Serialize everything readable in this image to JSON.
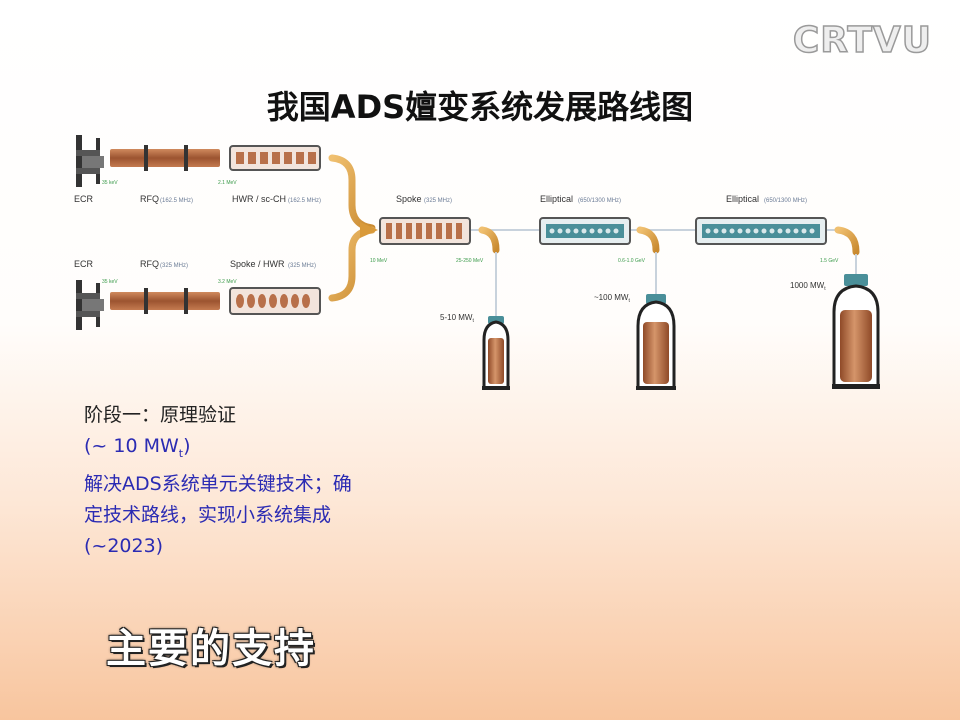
{
  "logo": "CRTVU",
  "title": "我国ADS嬗变系统发展路线图",
  "diagram": {
    "upper_line": {
      "ecr": "ECR",
      "rfq": "RFQ",
      "rfq_freq": "(162.5 MHz)",
      "hwr": "HWR / sc-CH",
      "hwr_freq": "(162.5 MHz)",
      "energy1": "35 keV",
      "energy2": "2.1 MeV"
    },
    "lower_line": {
      "ecr": "ECR",
      "rfq": "RFQ",
      "rfq_freq": "(325 MHz)",
      "spoke": "Spoke / HWR",
      "spoke_freq": "(325 MHz)",
      "energy1": "35 keV",
      "energy2": "3.2 MeV"
    },
    "spoke_section": {
      "label": "Spoke",
      "freq": "(325 MHz)",
      "energy_in": "10 MeV",
      "energy_out": "25-250 MeV"
    },
    "elliptical1": {
      "label": "Elliptical",
      "freq": "(650/1300 MHz)",
      "energy": "0.6-1.0 GeV"
    },
    "elliptical2": {
      "label": "Elliptical",
      "freq": "(650/1300 MHz)",
      "energy": "1.5 GeV"
    },
    "reactors": [
      {
        "power": "5-10 MW",
        "sub": "t"
      },
      {
        "power": "~100 MW",
        "sub": "t"
      },
      {
        "power": "1000 MW",
        "sub": "t"
      }
    ]
  },
  "stage": {
    "heading": "阶段一：原理验证",
    "power_prefix": "(~ 10 MW",
    "power_sub": "t",
    "power_suffix": ")",
    "desc_line1": "解决ADS系统单元关键技术；确",
    "desc_line2": "定技术路线，实现小系统集成",
    "year": "(~2023)"
  },
  "caption": "主要的支持",
  "colors": {
    "copper": "#b0663e",
    "cavity_teal": "#4a8f99",
    "arc_orange": "#d99a3a",
    "text_blue": "#2b2bb3"
  }
}
